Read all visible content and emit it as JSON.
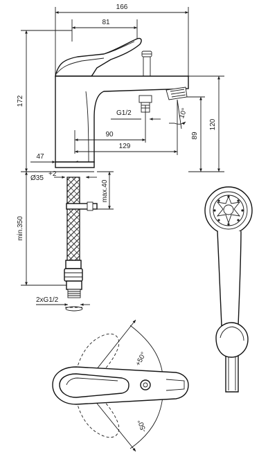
{
  "dimensions": {
    "overall_width": "166",
    "lever_width": "81",
    "total_height": "172",
    "body_height": "120",
    "spout_height": "89",
    "outlet_thread": "G1/2",
    "angle_spout": "10°",
    "reach_90": "90",
    "reach_129": "129",
    "base_offset": "47",
    "base_diameter": "Ø35",
    "base_diameter_tol": "+2",
    "max_deck": "max.40",
    "min_hose": "min.350",
    "hose_threads": "2xG1/2",
    "rotation_plus": "+50°",
    "rotation_minus": "-50°"
  },
  "colors": {
    "line": "#1a1a1a",
    "background": "#ffffff"
  }
}
